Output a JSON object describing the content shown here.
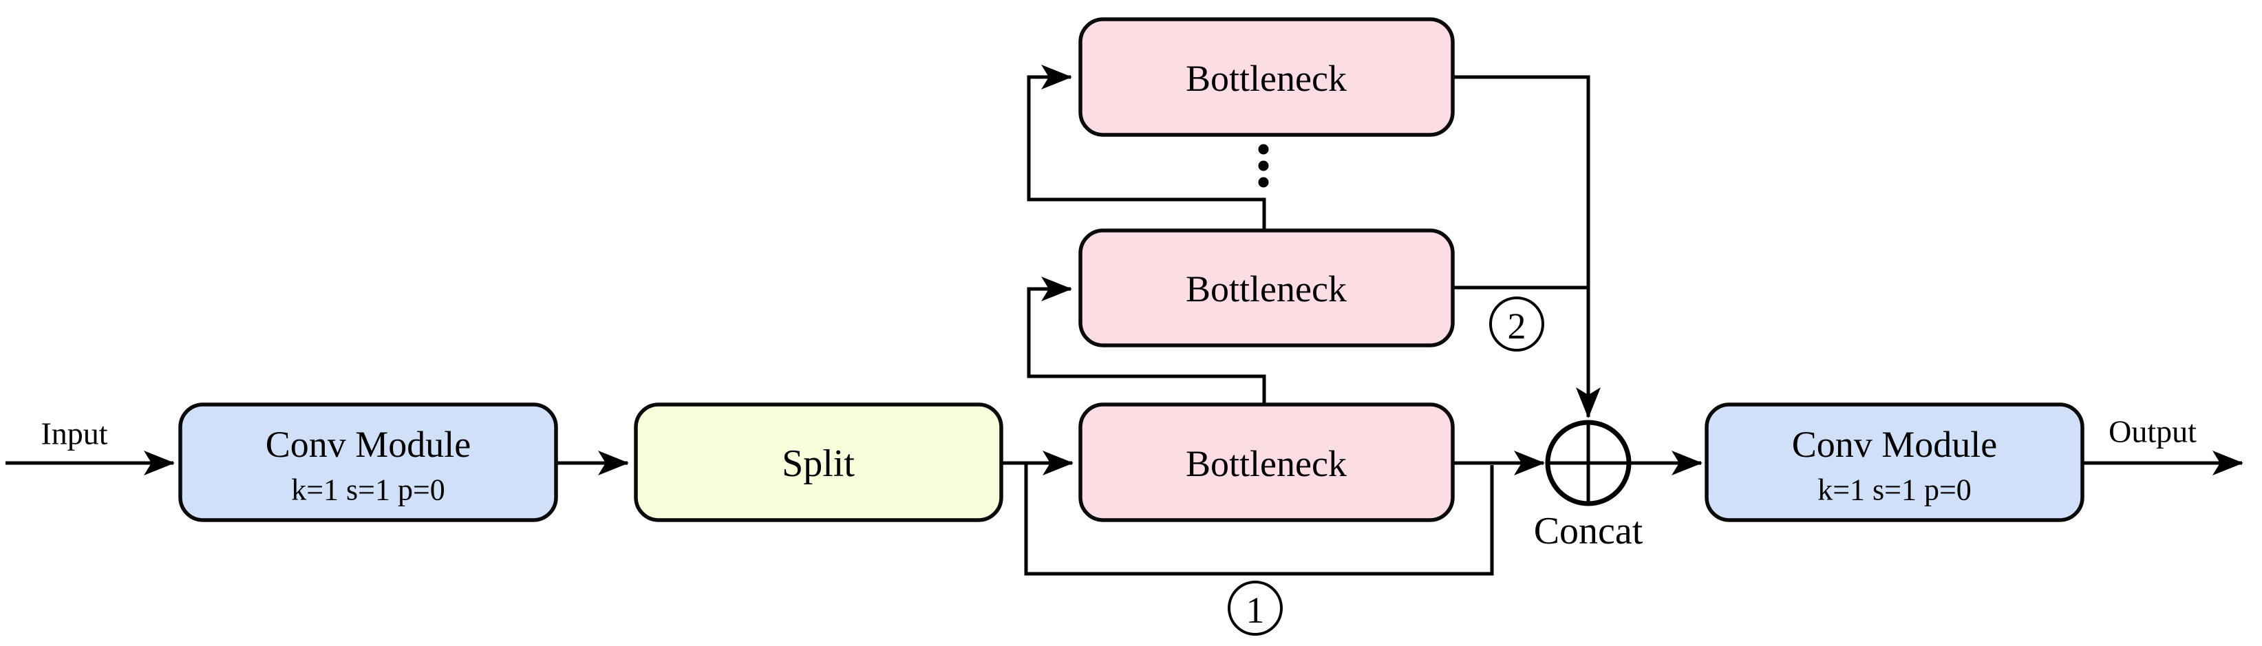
{
  "colors": {
    "conv_fill": "#cfe0f8",
    "split_fill": "#f7fcda",
    "bottleneck_fill": "#fcdde3",
    "line": "#000000",
    "background": "#ffffff"
  },
  "nodes": {
    "conv_in": {
      "title": "Conv Module",
      "params": "k=1 s=1 p=0"
    },
    "split": {
      "label": "Split"
    },
    "bottleneck_bottom": {
      "label": "Bottleneck"
    },
    "bottleneck_middle": {
      "label": "Bottleneck"
    },
    "bottleneck_top": {
      "label": "Bottleneck"
    },
    "concat": {
      "label": "Concat"
    },
    "conv_out": {
      "title": "Conv Module",
      "params": "k=1 s=1 p=0"
    }
  },
  "labels": {
    "input": "Input",
    "output": "Output",
    "branch_1": "1",
    "branch_2": "2"
  }
}
